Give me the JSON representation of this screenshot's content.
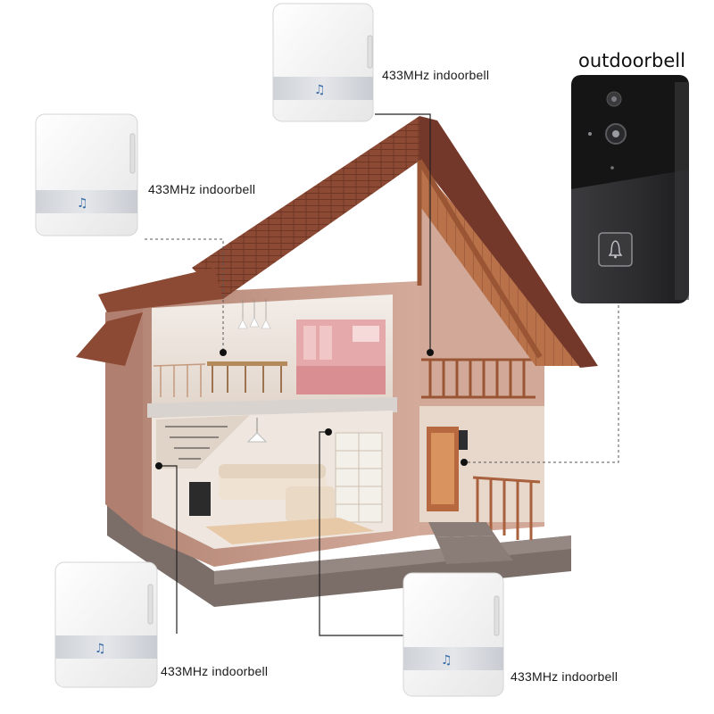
{
  "outdoor": {
    "title": "outdoorbell"
  },
  "indoor_units": [
    {
      "label": "433MHz indoorbell"
    },
    {
      "label": "433MHz indoorbell"
    },
    {
      "label": "433MHz indoorbell"
    },
    {
      "label": "433MHz indoorbell"
    }
  ],
  "colors": {
    "roof": "#8c4a34",
    "wall": "#c99d8c",
    "doorbell_body": "#2e2e30",
    "chime": "#f6f6f6",
    "connector": "#222222"
  },
  "icons": [
    "music-note-icon",
    "bell-icon",
    "camera-lens-icon"
  ]
}
